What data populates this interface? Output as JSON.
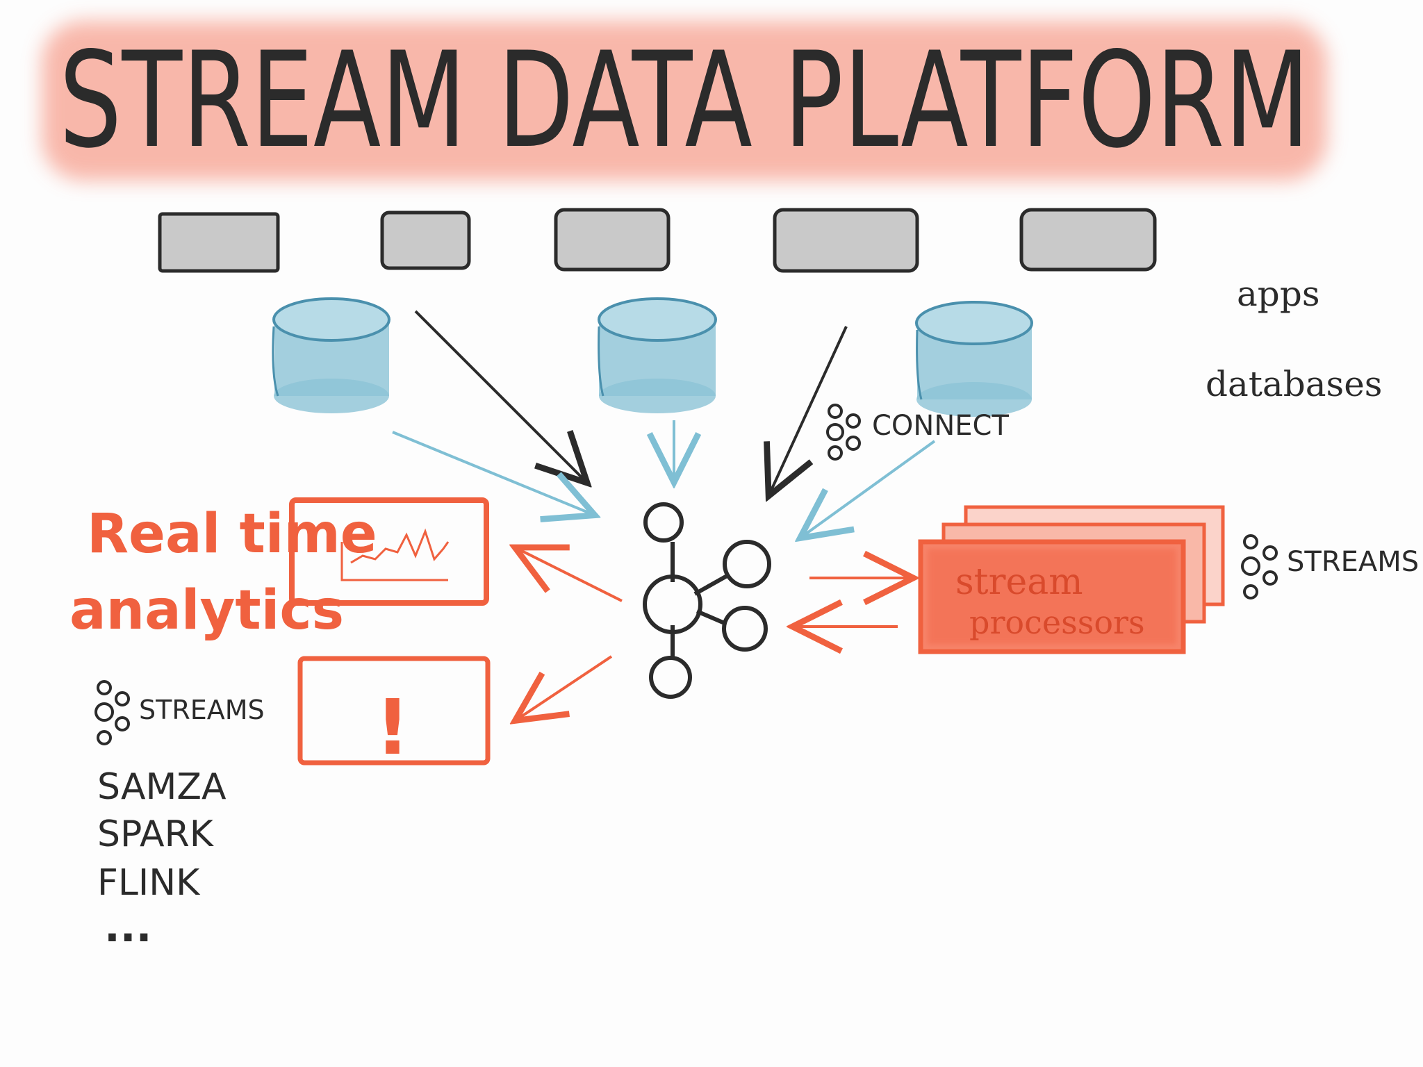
{
  "title": "STREAM DATA PLATFORM",
  "labels": {
    "apps": "apps",
    "databases": "databases",
    "connect": "CONNECT",
    "streams_right": "STREAMS",
    "streams_left": "STREAMS",
    "realtime_line1": "Real time",
    "realtime_line2": "analytics",
    "processors_line1": "stream",
    "processors_line2": "processors",
    "alert_mark": "!",
    "frameworks": [
      "SAMZA",
      "SPARK",
      "FLINK",
      "..."
    ]
  },
  "colors": {
    "ink": "#2b2b2b",
    "accent_red": "#f0613f",
    "title_wash": "#f7a08f",
    "db_blue": "#8cc3d6",
    "db_stroke": "#4a90ad",
    "app_gray": "#c9c9c9",
    "connect_arrow": "#7fbfd4"
  },
  "icons": {
    "kafka": "kafka-logo-icon",
    "database": "database-cylinder-icon",
    "app": "app-box-icon",
    "broker": "kafka-cluster-icon"
  }
}
